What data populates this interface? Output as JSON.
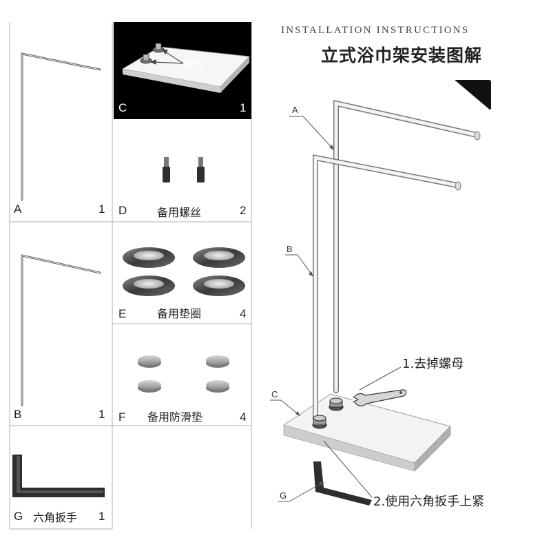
{
  "header": {
    "title_en": "INSTALLATION INSTRUCTIONS",
    "title_zh": "立式浴巾架安装图解"
  },
  "parts": [
    {
      "letter": "A",
      "qty": "1",
      "name": ""
    },
    {
      "letter": "B",
      "qty": "1",
      "name": ""
    },
    {
      "letter": "C",
      "qty": "1",
      "name": "",
      "annotation": "螺母"
    },
    {
      "letter": "D",
      "qty": "2",
      "name": "备用螺丝"
    },
    {
      "letter": "E",
      "qty": "4",
      "name": "备用垫圈"
    },
    {
      "letter": "F",
      "qty": "4",
      "name": "备用防滑垫"
    },
    {
      "letter": "G",
      "qty": "1",
      "name": "六角扳手"
    }
  ],
  "assembly": {
    "callouts": [
      "A",
      "B",
      "C",
      "G"
    ],
    "step1": "1.去掉螺母",
    "step2": "2.使用六角扳手上紧"
  },
  "colors": {
    "border": "#bdbdbd",
    "dark_panel": "#000000",
    "line": "#555555"
  }
}
